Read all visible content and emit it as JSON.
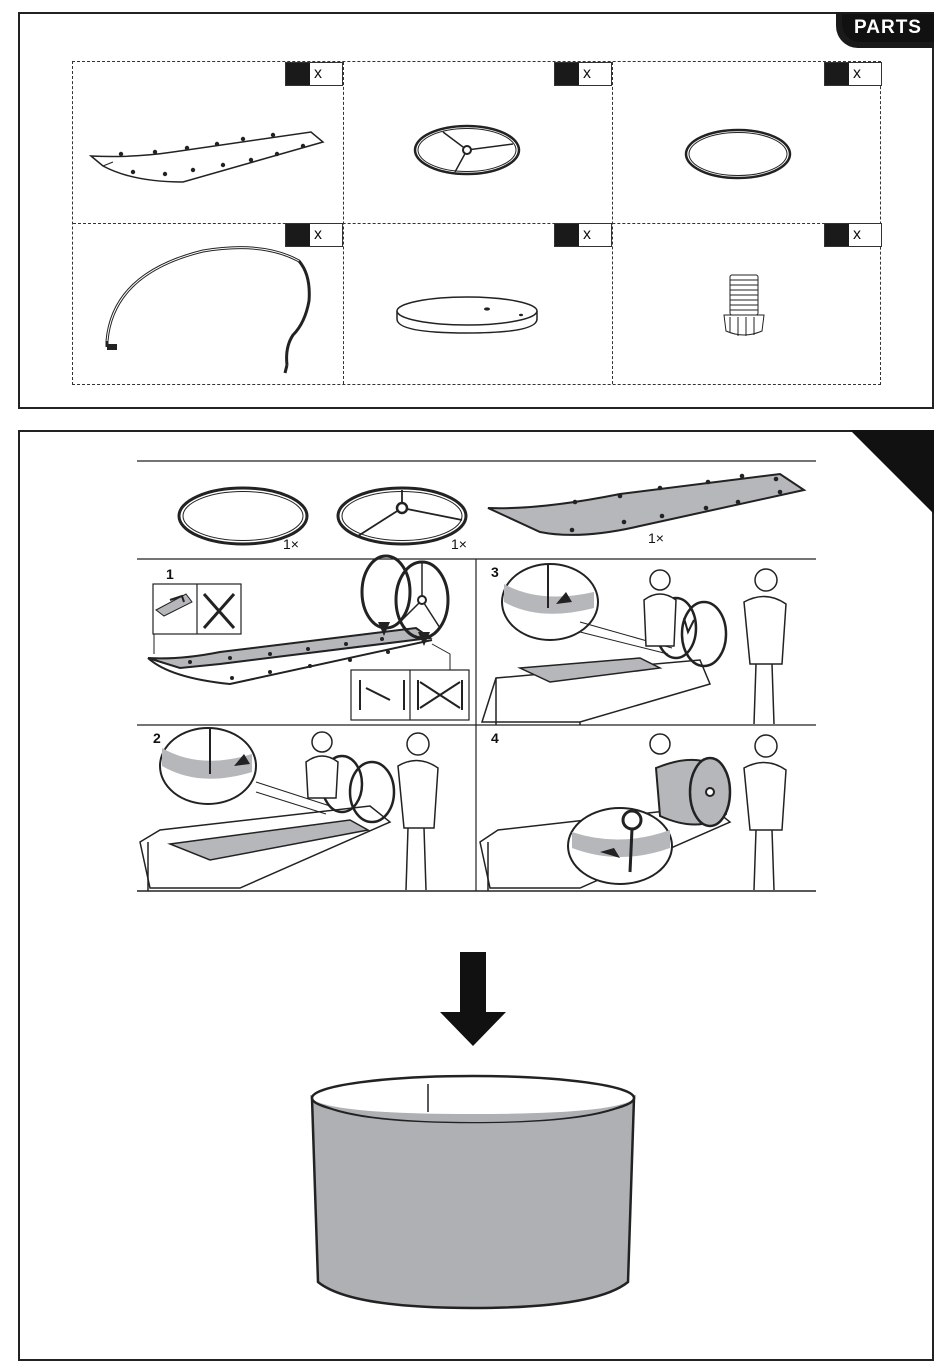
{
  "parts": {
    "tab_label": "PARTS",
    "qty_mark": "x",
    "items": [
      {
        "name": "fabric-shade-panel"
      },
      {
        "name": "top-ring-with-spokes"
      },
      {
        "name": "bottom-ring"
      },
      {
        "name": "lamp-arc-arm-with-cord"
      },
      {
        "name": "round-base-plate"
      },
      {
        "name": "bulb-socket"
      }
    ]
  },
  "assembly": {
    "counts": [
      "1×",
      "1×",
      "1×"
    ],
    "steps": [
      "1",
      "2",
      "3",
      "4"
    ]
  }
}
